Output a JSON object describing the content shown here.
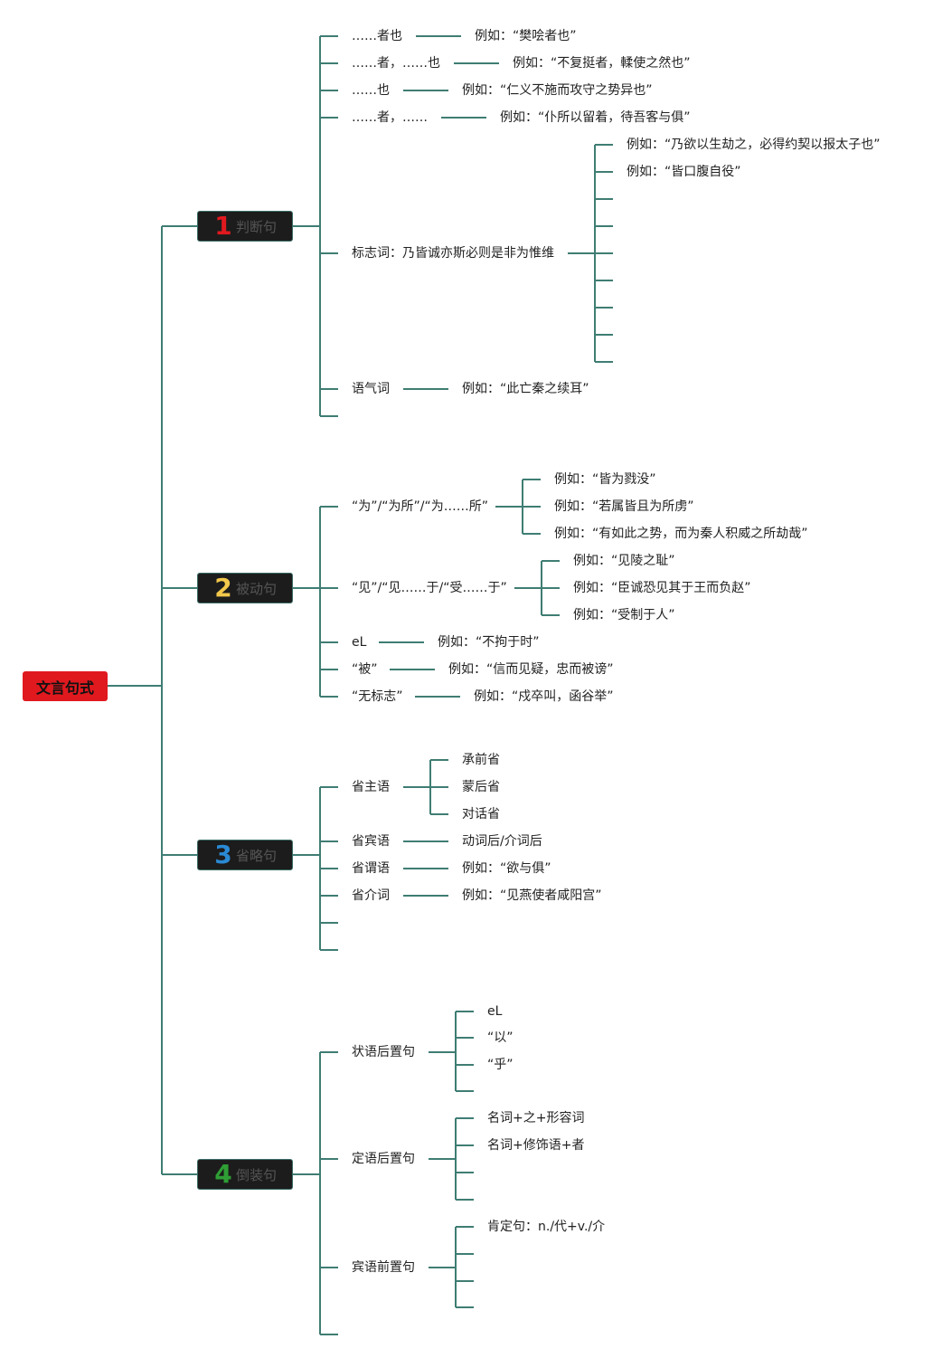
{
  "root": {
    "label": "文言句式"
  },
  "branches": [
    {
      "number": "1",
      "label": "判断句",
      "color": "#e0191f"
    },
    {
      "number": "2",
      "label": "被动句",
      "color": "#f2c84b"
    },
    {
      "number": "3",
      "label": "省略句",
      "color": "#2a8ad4"
    },
    {
      "number": "4",
      "label": "倒装句",
      "color": "#2f9e35"
    }
  ],
  "b1": {
    "n1": "……者也",
    "e1": "例如：“樊哙者也”",
    "n2": "……者，……也",
    "e2": "例如：“不复挺者，輮使之然也”",
    "n3": "……也",
    "e3": "例如：“仁义不施而攻守之势异也”",
    "n4": "……者，……",
    "e4": "例如：“仆所以留着，待吾客与俱”",
    "marker": "标志词：乃皆诚亦斯必则是非为惟维",
    "m1": "例如：“乃欲以生劫之，必得约契以报太子也”",
    "m2": "例如：“皆口腹自役”",
    "tone": "语气词",
    "tone_ex": "例如：“此亡秦之续耳”"
  },
  "b2": {
    "wei": "“为”/“为所”/“为……所”",
    "w1": "例如：“皆为戮没”",
    "w2": "例如：“若属皆且为所虏”",
    "w3": "例如：“有如此之势，而为秦人积威之所劫哉”",
    "jian": "“见”/“见……于/“受……于”",
    "j1": "例如：“见陵之耻”",
    "j2": "例如：“臣诚恐见其于王而负赵”",
    "j3": "例如：“受制于人”",
    "el": "eL",
    "el_ex": "例如：“不拘于时”",
    "bei": "“被”",
    "bei_ex": "例如：“信而见疑，忠而被谤”",
    "none": "“无标志”",
    "none_ex": "例如：“戍卒叫，函谷举”"
  },
  "b3": {
    "subj": "省主语",
    "s1": "承前省",
    "s2": "蒙后省",
    "s3": "对话省",
    "obj": "省宾语",
    "obj_ex": "动词后/介词后",
    "pred": "省谓语",
    "pred_ex": "例如：“欲与俱”",
    "prep": "省介词",
    "prep_ex": "例如：“见燕使者咸阳宫”"
  },
  "b4": {
    "adv": "状语后置句",
    "a1": "eL",
    "a2": "“以”",
    "a3": "“乎”",
    "attr": "定语后置句",
    "t1": "名词+之+形容词",
    "t2": "名词+修饰语+者",
    "obj": "宾语前置句",
    "o1": "肯定句：n./代+v./介"
  }
}
